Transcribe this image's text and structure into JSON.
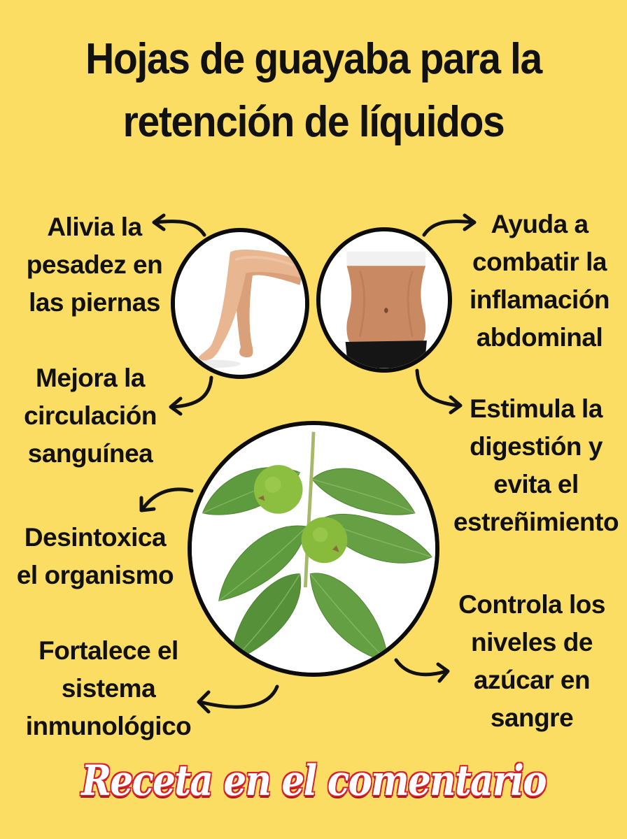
{
  "title": {
    "line1": "Hojas de guayaba para la",
    "line2": "retención de líquidos"
  },
  "benefits": [
    {
      "lines": [
        "Alivia la",
        "pesadez en",
        "las piernas"
      ]
    },
    {
      "lines": [
        "Ayuda a",
        "combatir la",
        "inflamación",
        "abdominal"
      ]
    },
    {
      "lines": [
        "Mejora la",
        "circulación",
        "sanguínea"
      ]
    },
    {
      "lines": [
        "Estimula la",
        "digestión y",
        "evita el",
        "estreñimiento"
      ]
    },
    {
      "lines": [
        "Desintoxica",
        "el organismo"
      ]
    },
    {
      "lines": [
        "Controla los",
        "niveles de",
        "azúcar en",
        "sangre"
      ]
    },
    {
      "lines": [
        "Fortalece el",
        "sistema",
        "inmunológico"
      ]
    }
  ],
  "images": {
    "legs": "legs-photo",
    "abdomen": "abdomen-photo",
    "guava": "guava-leaves-photo"
  },
  "cta": {
    "text": "Receta en el comentario"
  },
  "colors": {
    "background": "#FBDD63",
    "text": "#111111",
    "cta_fill": "#FFFFFF",
    "cta_outline": "#D8202F",
    "leaf": "#5E9A3E",
    "guava_fruit": "#8CBF3F"
  }
}
